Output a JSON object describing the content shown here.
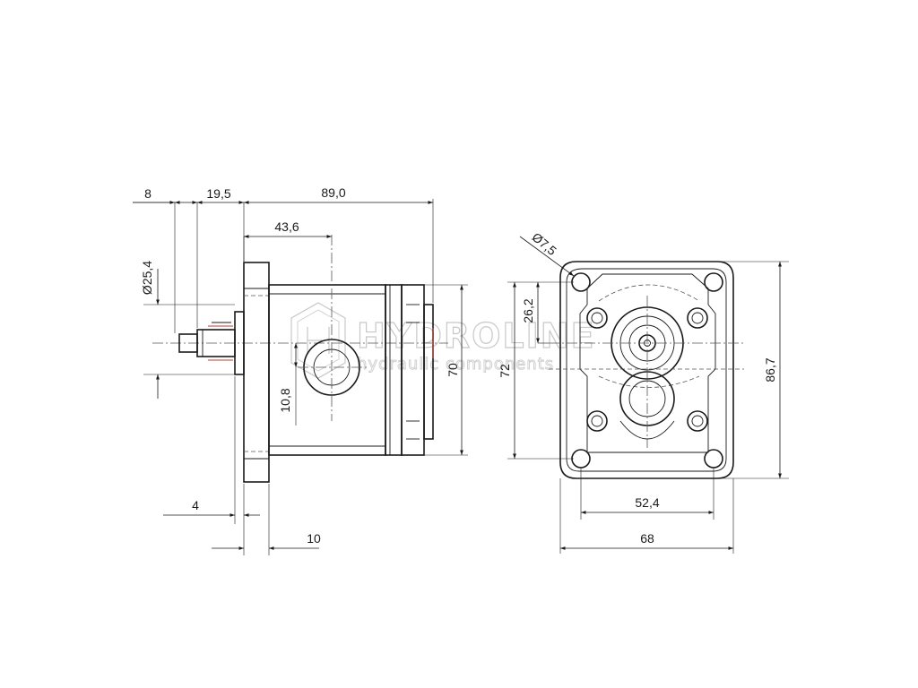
{
  "watermark": {
    "brand": "HYDROLINE",
    "tagline": "hydraulic components"
  },
  "side_view": {
    "dims": {
      "shaft_offset": "8",
      "shaft_length": "19,5",
      "body_length": "89,0",
      "port_position": "43,6",
      "pilot_diameter": "Ø25,4",
      "shaft_height": "10,8",
      "body_height": "70",
      "flange_pilot": "4",
      "flange_thickness": "10"
    }
  },
  "front_view": {
    "dims": {
      "hole_diameter": "Ø7,5",
      "center_offset": "26,2",
      "hole_spacing_v": "72",
      "overall_height": "86,7",
      "hole_spacing_h": "52,4",
      "overall_width": "68"
    }
  }
}
